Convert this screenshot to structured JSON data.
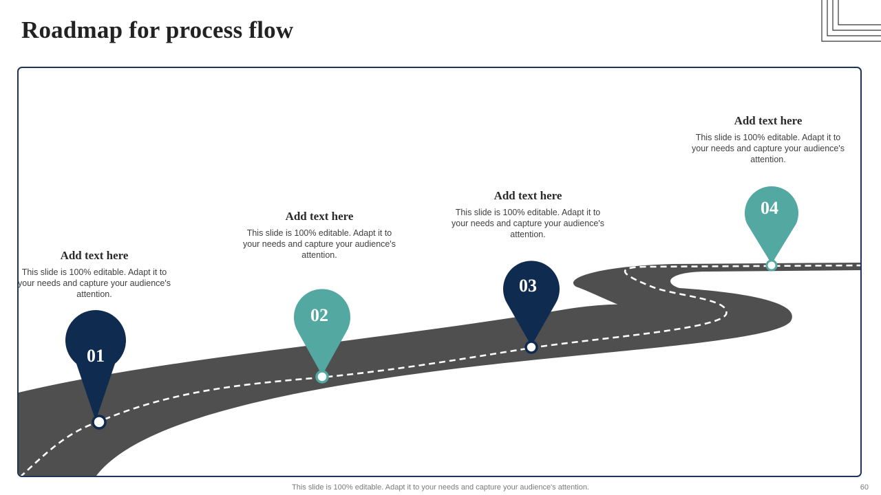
{
  "slide": {
    "title": "Roadmap for process flow",
    "footer": "This slide is 100% editable. Adapt it to your needs and capture your audience's attention.",
    "page_number": "60"
  },
  "colors": {
    "navy": "#0f2b50",
    "teal": "#53a8a2",
    "road": "#4f4f4f",
    "frame": "#1c3556"
  },
  "milestones": [
    {
      "number": "01",
      "heading": "Add text here",
      "body": "This slide is 100% editable. Adapt it to your needs and capture your audience's attention.",
      "color": "navy"
    },
    {
      "number": "02",
      "heading": "Add text here",
      "body": "This slide is 100% editable. Adapt it to your needs and capture your audience's attention.",
      "color": "teal"
    },
    {
      "number": "03",
      "heading": "Add text here",
      "body": "This slide is 100% editable. Adapt it to your needs and capture your audience's attention.",
      "color": "navy"
    },
    {
      "number": "04",
      "heading": "Add text here",
      "body": "This slide is 100% editable. Adapt it to your needs and capture your audience's attention.",
      "color": "teal"
    }
  ]
}
